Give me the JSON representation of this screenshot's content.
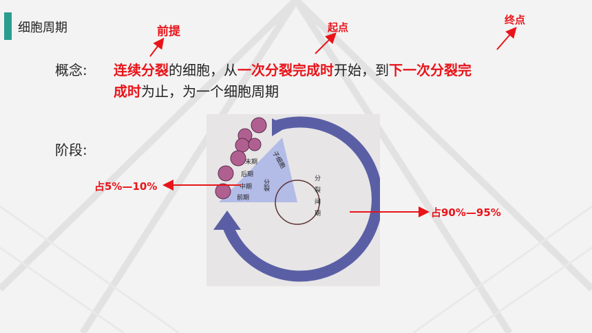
{
  "slide": {
    "title": "细胞周期",
    "concept_label": "概念:",
    "concept_line1": {
      "t1": "连续分裂",
      "t2": "的细胞，从",
      "t3": "一次分裂完成时",
      "t4": "开始，到",
      "t5": "下一次分裂完"
    },
    "concept_line2": {
      "t1": "成时",
      "t2": "为止，为一个细胞周期"
    },
    "stage_label": "阶段:",
    "annotations": {
      "premise": "前提",
      "start": "起点",
      "end": "终点",
      "mitosis_pct": "占5%—10%",
      "interphase_pct": "占90%—95%"
    },
    "diagram": {
      "child_cell": "子细胞",
      "telophase": "末期",
      "anaphase": "后期",
      "metaphase": "中期",
      "prophase": "前期",
      "division": "分裂",
      "interphase": "分裂间期"
    },
    "colors": {
      "accent": "#2a9d8f",
      "highlight": "#e8141a",
      "arc": "#5a5fa5"
    }
  }
}
